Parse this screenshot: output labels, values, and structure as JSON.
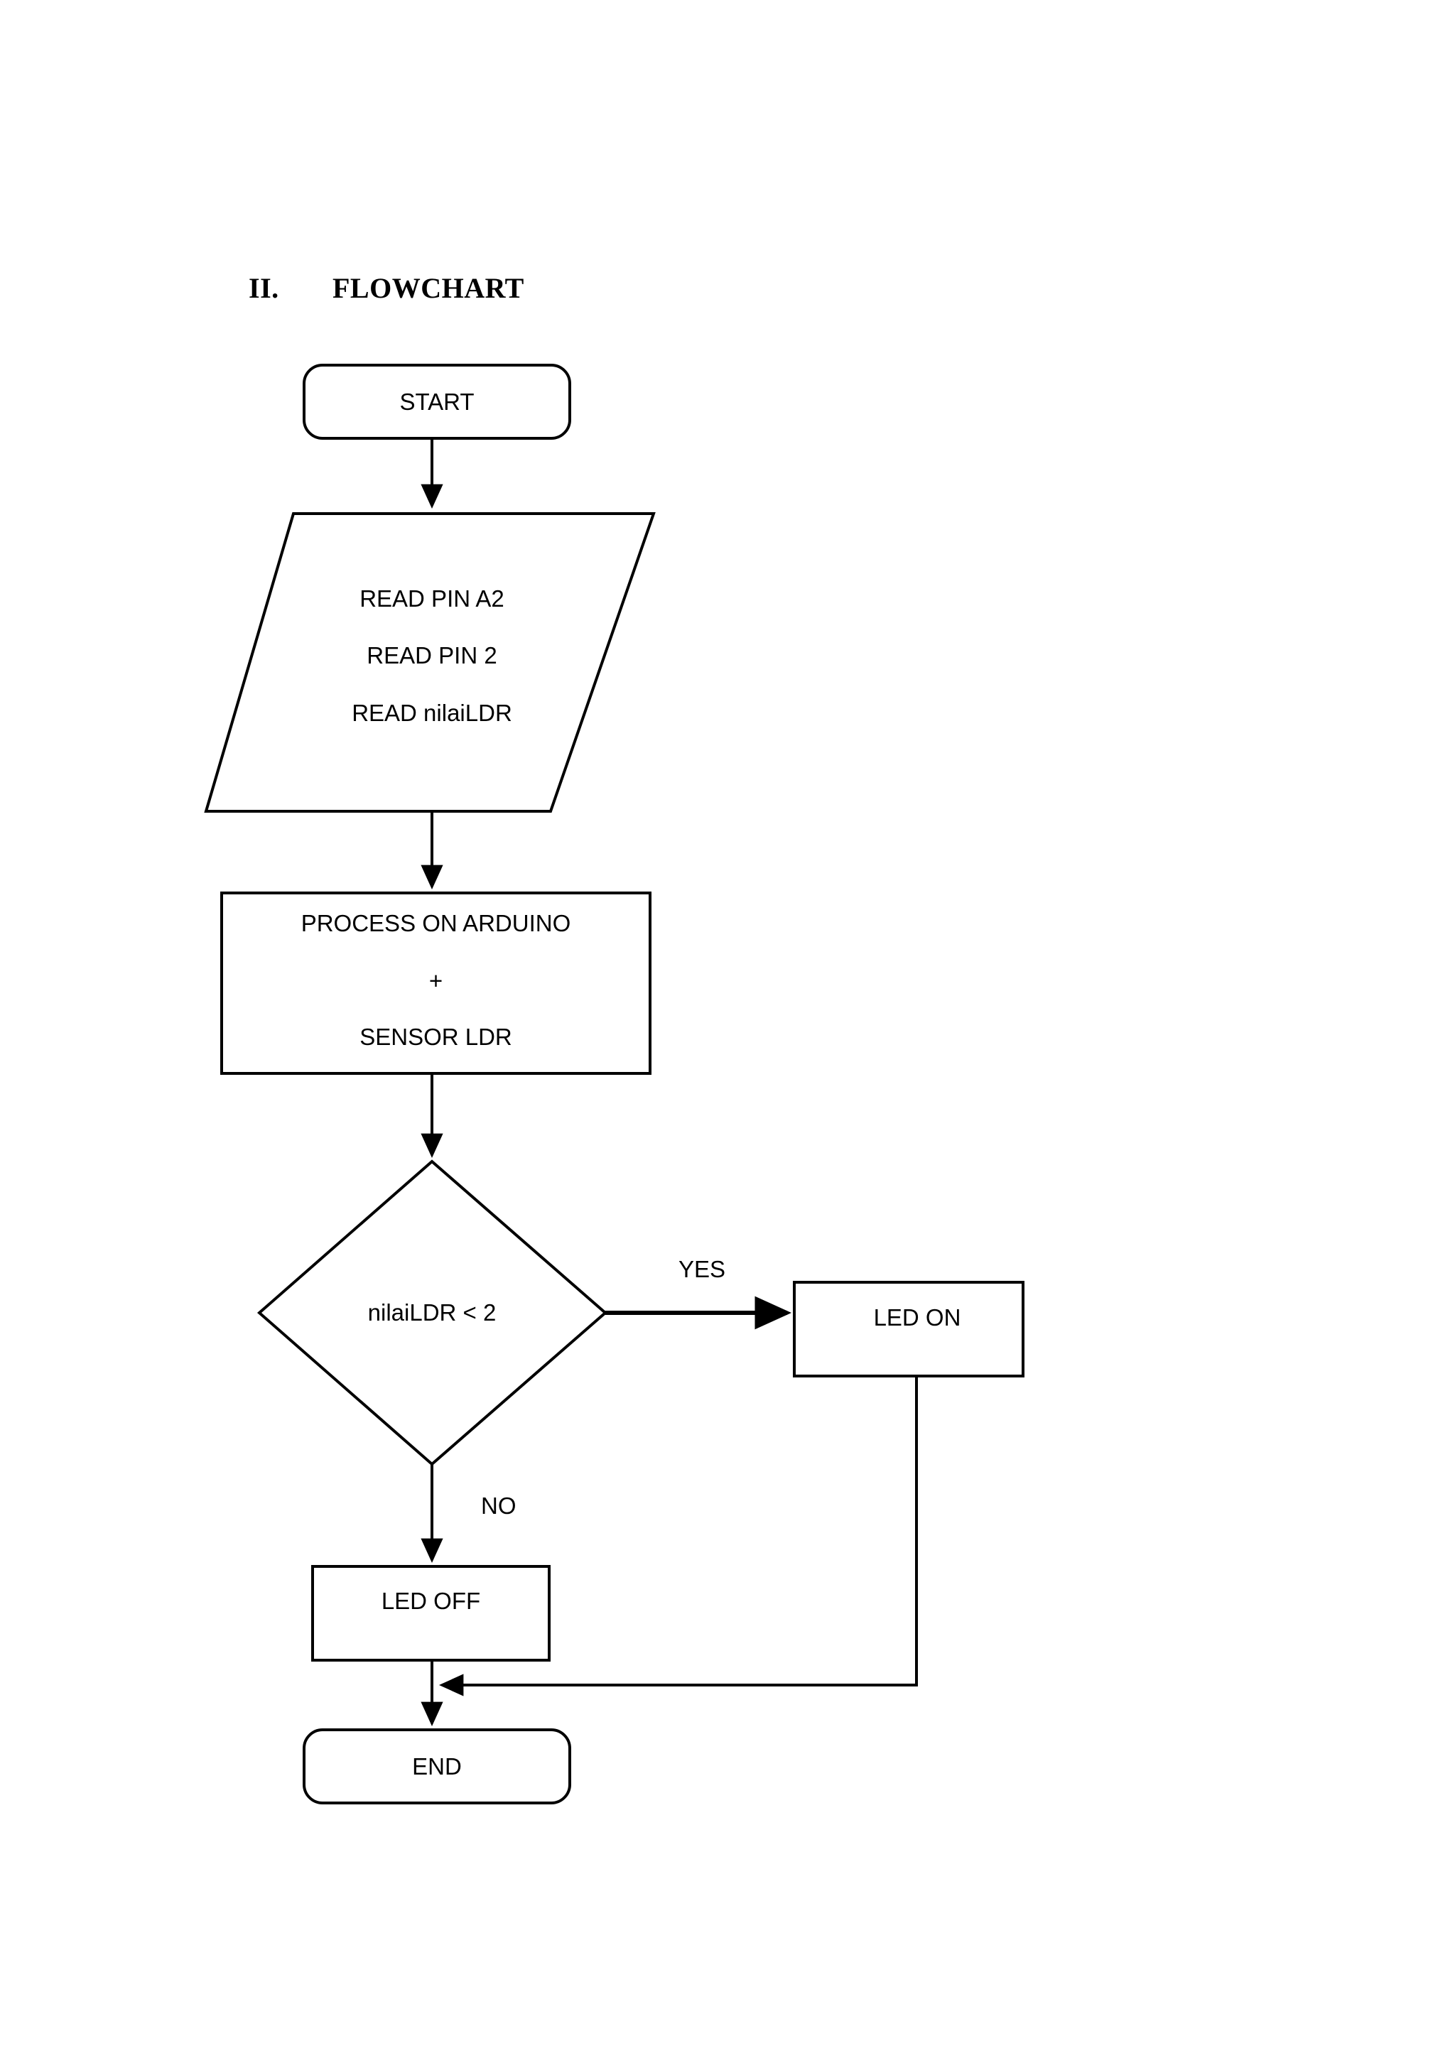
{
  "document": {
    "section_number": "II.",
    "section_title": "FLOWCHART"
  },
  "chart_data": {
    "type": "diagram",
    "diagram_kind": "flowchart",
    "title": "FLOWCHART",
    "orientation": "top-to-bottom",
    "nodes": [
      {
        "id": "start",
        "shape": "terminator",
        "label": "START"
      },
      {
        "id": "input",
        "shape": "parallelogram",
        "label": "READ PIN A2\nREAD PIN 2\nREAD nilaiLDR",
        "lines": [
          "READ PIN A2",
          "READ PIN 2",
          "READ nilaiLDR"
        ]
      },
      {
        "id": "process",
        "shape": "process",
        "label": "PROCESS ON ARDUINO\n+\nSENSOR LDR",
        "lines": [
          "PROCESS ON ARDUINO",
          "+",
          "SENSOR LDR"
        ]
      },
      {
        "id": "decision",
        "shape": "decision",
        "label": "nilaiLDR < 2"
      },
      {
        "id": "led_on",
        "shape": "process",
        "label": "LED ON"
      },
      {
        "id": "led_off",
        "shape": "process",
        "label": "LED OFF"
      },
      {
        "id": "end",
        "shape": "terminator",
        "label": "END"
      }
    ],
    "edges": [
      {
        "from": "start",
        "to": "input",
        "label": ""
      },
      {
        "from": "input",
        "to": "process",
        "label": ""
      },
      {
        "from": "process",
        "to": "decision",
        "label": ""
      },
      {
        "from": "decision",
        "to": "led_on",
        "label": "YES"
      },
      {
        "from": "decision",
        "to": "led_off",
        "label": "NO"
      },
      {
        "from": "led_off",
        "to": "end",
        "label": ""
      },
      {
        "from": "led_on",
        "to": "end",
        "label": ""
      }
    ],
    "colors": {
      "stroke": "#000000",
      "fill": "#ffffff",
      "text": "#000000"
    }
  },
  "labels": {
    "start": "START",
    "input_line1": "READ PIN A2",
    "input_line2": "READ PIN 2",
    "input_line3": "READ nilaiLDR",
    "process_line1": "PROCESS ON ARDUINO",
    "process_line2": "+",
    "process_line3": "SENSOR LDR",
    "decision": "nilaiLDR < 2",
    "yes": "YES",
    "no": "NO",
    "led_on": "LED ON",
    "led_off": "LED OFF",
    "end": "END"
  }
}
